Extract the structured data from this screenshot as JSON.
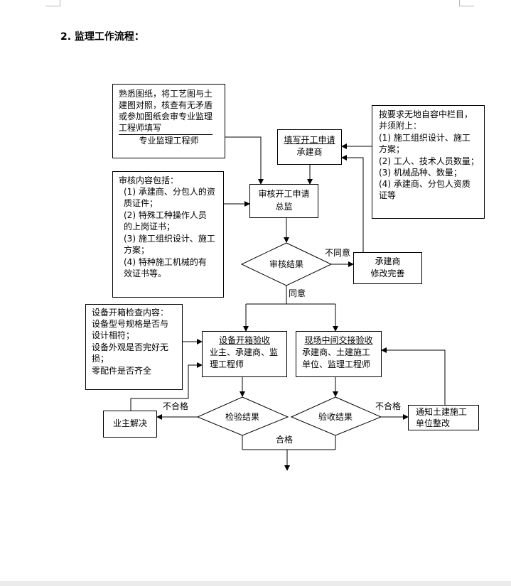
{
  "section_title": "2.  监理工作流程：",
  "nodes": {
    "drawings": {
      "lines": [
        "熟悉图纸，将工艺图与土",
        "建图对照，核查有无矛盾",
        "或参加图纸会审专业监理",
        "工程师填写"
      ],
      "role": "专业监理工程师"
    },
    "fill_application": {
      "title": "填写开工申请",
      "role": "承建商"
    },
    "attachments": {
      "lines": [
        "按要求无地自容中栏目，",
        "并须附上：",
        "(1)  施工组织设计、施工",
        "方案；",
        "(2)  工人、技术人员数量；",
        "(3)  机械品种、数量；",
        "(4)  承建商、分包人资质",
        "证等"
      ]
    },
    "review_content": {
      "lines": [
        "审核内容包括：",
        "(1)  承建商、分包人的资",
        "质证件；",
        "(2)  特殊工种操作人员",
        "的上岗证书；",
        "(3)  施工组织设计、施工",
        "方案；",
        "(4)  特种施工机械的有",
        "效证书等。"
      ]
    },
    "review_application": {
      "title": "审核开工申请",
      "role": "总监"
    },
    "review_result": {
      "label": "审核结果"
    },
    "contractor_revise": {
      "lines": [
        "承建商",
        "修改完善"
      ]
    },
    "unpack_content": {
      "lines": [
        "设备开箱检查内容：",
        "设备型号规格是否与",
        "设计相符；",
        "设备外观是否完好无",
        "损；",
        "零配件是否齐全"
      ]
    },
    "unpack_acceptance": {
      "title": "设备开箱验收",
      "role_lines": [
        "业主、承建商、监",
        "理工程师"
      ]
    },
    "handover_acceptance": {
      "title": "现场中间交接验收",
      "role_lines": [
        "承建商、土建施工",
        "单位、监理工程师"
      ]
    },
    "owner_resolve": {
      "label": "业主解决"
    },
    "inspect_result": {
      "label": "检验结果"
    },
    "accept_result": {
      "label": "验收结果"
    },
    "notify_civil": {
      "lines": [
        "通知土建施工",
        "单位整改"
      ]
    }
  },
  "edge_labels": {
    "disagree": "不同意",
    "agree": "同意",
    "unqualified_left": "不合格",
    "unqualified_right": "不合格",
    "qualified": "合格"
  }
}
